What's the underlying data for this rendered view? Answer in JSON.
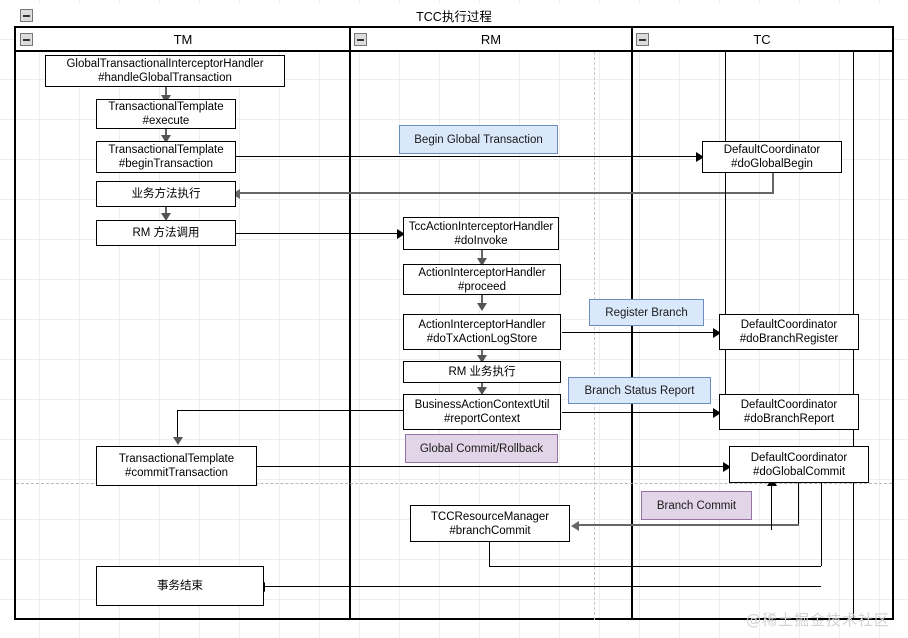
{
  "diagram": {
    "title": "TCC执行过程",
    "watermark": "@稀土掘金技术社区",
    "collapse_icon": "minus-icon",
    "lanes": [
      {
        "id": "tm",
        "label": "TM"
      },
      {
        "id": "rm",
        "label": "RM"
      },
      {
        "id": "tc",
        "label": "TC"
      }
    ],
    "nodes": [
      {
        "id": "n1",
        "lane": "tm",
        "line1": "GlobalTransactionalInterceptorHandler",
        "line2": "#handleGlobalTransaction"
      },
      {
        "id": "n2",
        "lane": "tm",
        "line1": "TransactionalTemplate",
        "line2": "#execute"
      },
      {
        "id": "n3",
        "lane": "tm",
        "line1": "TransactionalTemplate",
        "line2": "#beginTransaction"
      },
      {
        "id": "n4",
        "lane": "tm",
        "line1": "业务方法执行",
        "line2": ""
      },
      {
        "id": "n5",
        "lane": "tm",
        "line1": "RM 方法调用",
        "line2": ""
      },
      {
        "id": "n6",
        "lane": "tm",
        "line1": "TransactionalTemplate",
        "line2": "#commitTransaction"
      },
      {
        "id": "n7",
        "lane": "tm",
        "line1": "事务结束",
        "line2": ""
      },
      {
        "id": "n8",
        "lane": "rm",
        "line1": "TccActionInterceptorHandler",
        "line2": "#doInvoke"
      },
      {
        "id": "n9",
        "lane": "rm",
        "line1": "ActionInterceptorHandler",
        "line2": "#proceed"
      },
      {
        "id": "n10",
        "lane": "rm",
        "line1": "ActionInterceptorHandler",
        "line2": "#doTxActionLogStore"
      },
      {
        "id": "n11",
        "lane": "rm",
        "line1": "RM 业务执行",
        "line2": ""
      },
      {
        "id": "n12",
        "lane": "rm",
        "line1": "BusinessActionContextUtil",
        "line2": "#reportContext"
      },
      {
        "id": "n13",
        "lane": "rm",
        "line1": "TCCResourceManager",
        "line2": "#branchCommit"
      },
      {
        "id": "n14",
        "lane": "tc",
        "line1": "DefaultCoordinator",
        "line2": "#doGlobalBegin"
      },
      {
        "id": "n15",
        "lane": "tc",
        "line1": "DefaultCoordinator",
        "line2": "#doBranchRegister"
      },
      {
        "id": "n16",
        "lane": "tc",
        "line1": "DefaultCoordinator",
        "line2": "#doBranchReport"
      },
      {
        "id": "n17",
        "lane": "tc",
        "line1": "DefaultCoordinator",
        "line2": "#doGlobalCommit"
      }
    ],
    "labels": [
      {
        "id": "l1",
        "text": "Begin Global Transaction",
        "color": "#dae8fc"
      },
      {
        "id": "l2",
        "text": "Register Branch",
        "color": "#dae8fc"
      },
      {
        "id": "l3",
        "text": "Branch Status Report",
        "color": "#dae8fc"
      },
      {
        "id": "l4",
        "text": "Global Commit/Rollback",
        "color": "#e1d5e7"
      },
      {
        "id": "l5",
        "text": "Branch Commit",
        "color": "#e1d5e7"
      }
    ]
  },
  "palette": {
    "stroke": "#000000",
    "gray_stroke": "#666666",
    "blue_fill": "#dae8fc",
    "blue_border": "#6c8ebf",
    "purple_fill": "#e1d5e7",
    "purple_border": "#9673a6",
    "grid": "#eeeeee"
  }
}
